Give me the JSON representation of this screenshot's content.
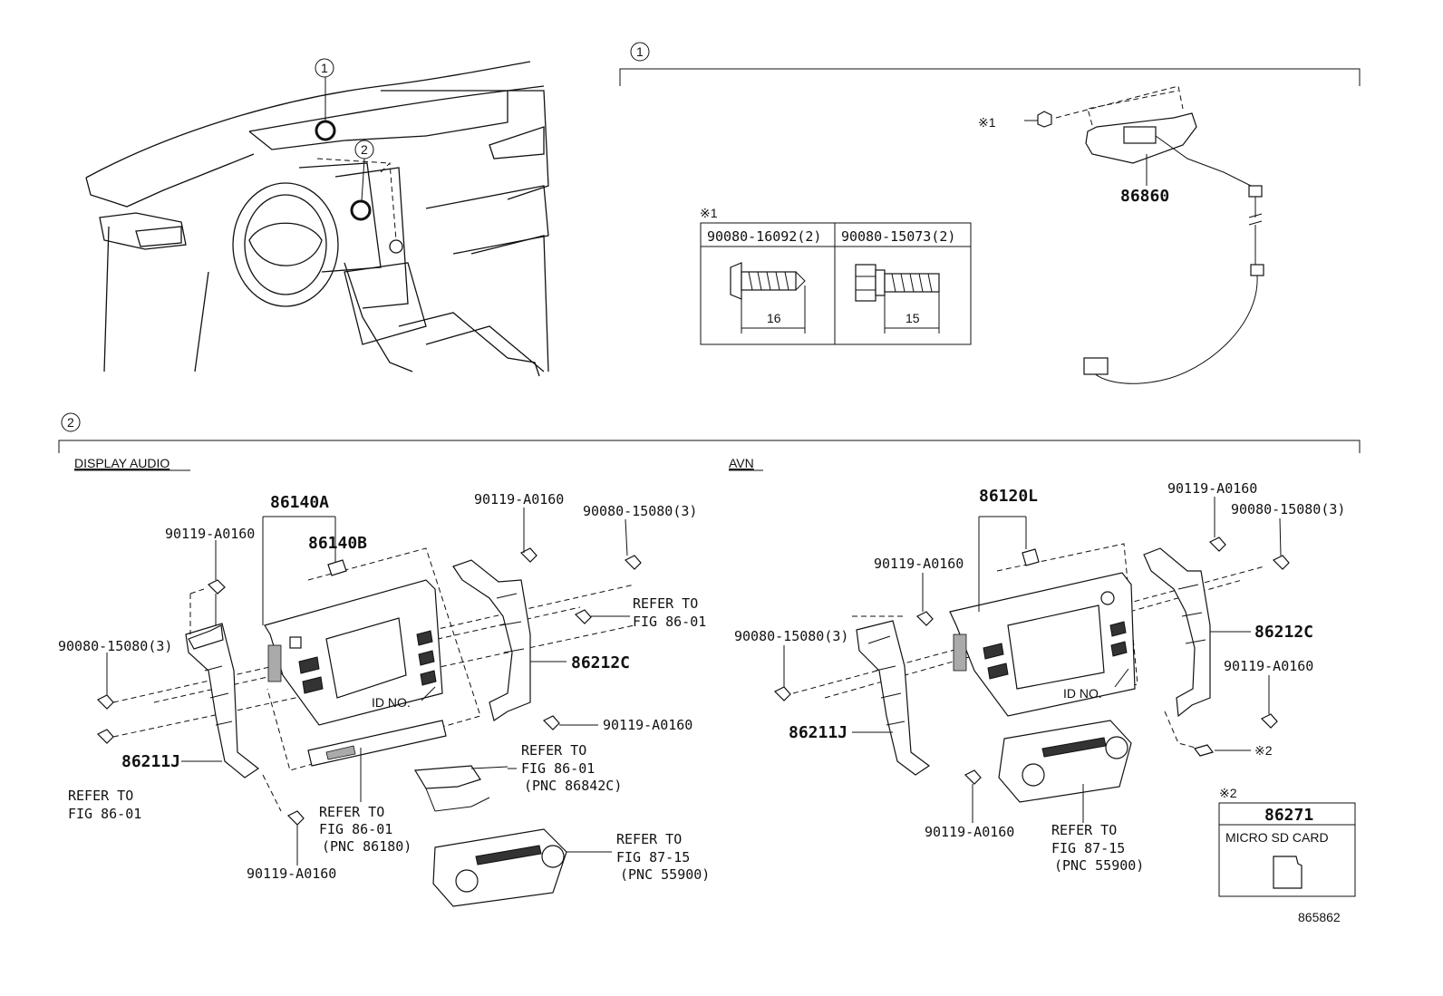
{
  "diagram_id": "865862",
  "callout_1": "1",
  "callout_2": "2",
  "note_mark_1": "※1",
  "note_mark_2": "※2",
  "section1": {
    "part_86860": "86860",
    "screw_table": {
      "col1": "90080-16092(2)",
      "col2": "90080-15073(2)",
      "dim1": "16",
      "dim2": "15"
    }
  },
  "display_audio": {
    "label": "DISPLAY AUDIO",
    "p_86140A": "86140A",
    "p_86140B": "86140B",
    "p_90119_top_left": "90119-A0160",
    "p_90119_top_mid": "90119-A0160",
    "p_90080_top_right": "90080-15080(3)",
    "p_90080_left": "90080-15080(3)",
    "refer1_l1": "REFER TO",
    "refer1_l2": "FIG 86-01",
    "p_86212C": "86212C",
    "id_no": "ID NO.",
    "p_90119_right": "90119-A0160",
    "p_86211J": "86211J",
    "refer2_l1": "REFER TO",
    "refer2_l2": "FIG 86-01",
    "refer3_l1": "REFER TO",
    "refer3_l2": "FIG 86-01",
    "refer3_l3": "(PNC 86842C)",
    "refer4_l1": "REFER TO",
    "refer4_l2": "FIG 86-01",
    "refer4_l3": "(PNC 86180)",
    "p_90119_bottom": "90119-A0160",
    "refer5_l1": "REFER TO",
    "refer5_l2": "FIG 87-15",
    "refer5_l3": "(PNC 55900)"
  },
  "avn": {
    "label": "AVN",
    "p_86120L": "86120L",
    "p_90119_top_right": "90119-A0160",
    "p_90080_top_right": "90080-15080(3)",
    "p_90119_left": "90119-A0160",
    "p_90080_left": "90080-15080(3)",
    "p_86212C": "86212C",
    "p_90119_right": "90119-A0160",
    "id_no": "ID NO.",
    "p_86211J": "86211J",
    "p_90119_bottom": "90119-A0160",
    "refer_l1": "REFER TO",
    "refer_l2": "FIG 87-15",
    "refer_l3": "(PNC 55900)",
    "sd_part": "86271",
    "sd_label": "MICRO SD CARD"
  }
}
